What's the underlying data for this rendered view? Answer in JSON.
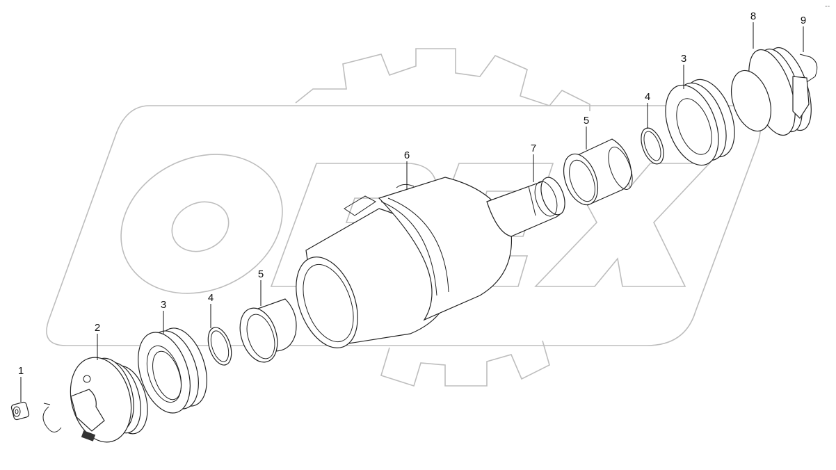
{
  "watermark": {
    "text": "OPEX"
  },
  "corner_mark": "--",
  "callouts": [
    {
      "id": "c1",
      "label": "1",
      "part": "nut"
    },
    {
      "id": "c2",
      "label": "2",
      "part": "end-cap"
    },
    {
      "id": "c3a",
      "label": "3",
      "part": "seal"
    },
    {
      "id": "c4a",
      "label": "4",
      "part": "o-ring"
    },
    {
      "id": "c5a",
      "label": "5",
      "part": "bushing"
    },
    {
      "id": "c6",
      "label": "6",
      "part": "roller-body"
    },
    {
      "id": "c7",
      "label": "7",
      "part": "shaft"
    },
    {
      "id": "c5b",
      "label": "5",
      "part": "bushing"
    },
    {
      "id": "c4b",
      "label": "4",
      "part": "o-ring"
    },
    {
      "id": "c3b",
      "label": "3",
      "part": "seal"
    },
    {
      "id": "c8",
      "label": "8",
      "part": "end-cap"
    },
    {
      "id": "c9",
      "label": "9",
      "part": "retaining-pin"
    }
  ]
}
